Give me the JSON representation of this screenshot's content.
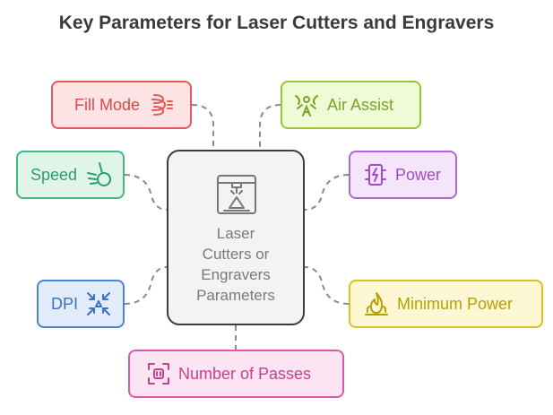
{
  "title": "Key Parameters for Laser Cutters and Engravers",
  "center": {
    "label": "Laser\nCutters or\nEngravers\nParameters",
    "icon": "laser-machine-icon"
  },
  "nodes": {
    "fill_mode": {
      "label": "Fill Mode",
      "icon": "fill-pattern-icon",
      "color": "#e25b5b"
    },
    "air_assist": {
      "label": "Air Assist",
      "icon": "air-flow-icon",
      "color": "#97c43a"
    },
    "speed": {
      "label": "Speed",
      "icon": "speed-ball-icon",
      "color": "#43b883"
    },
    "power": {
      "label": "Power",
      "icon": "power-supply-icon",
      "color": "#b464d8"
    },
    "dpi": {
      "label": "DPI",
      "icon": "converge-arrows-icon",
      "color": "#4d82d4"
    },
    "minimum_power": {
      "label": "Minimum Power",
      "icon": "flame-icon",
      "color": "#d9c21f"
    },
    "number_of_passes": {
      "label": "Number of Passes",
      "icon": "repeat-passes-icon",
      "color": "#d95aa8"
    }
  }
}
